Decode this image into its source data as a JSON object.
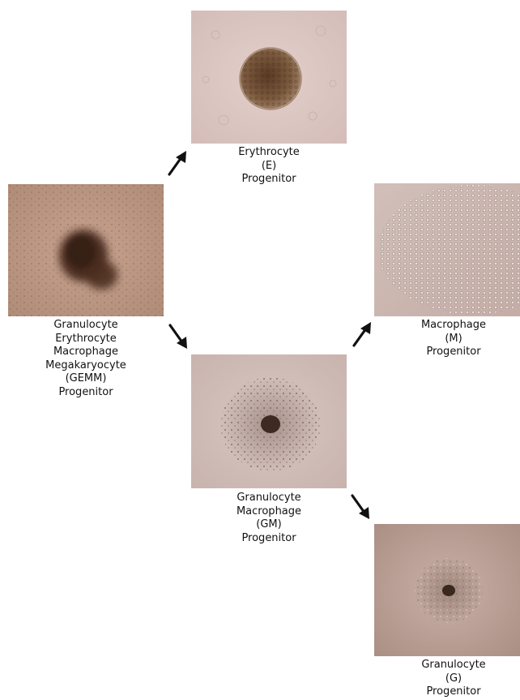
{
  "nodes": {
    "gemm": {
      "lines": [
        "Granulocyte",
        "Erythrocyte",
        "Macrophage",
        "Megakaryocyte",
        "(GEMM)",
        "Progenitor"
      ]
    },
    "e": {
      "lines": [
        "Erythrocyte",
        "(E)",
        "Progenitor"
      ]
    },
    "gm": {
      "lines": [
        "Granulocyte",
        "Macrophage",
        "(GM)",
        "Progenitor"
      ]
    },
    "m": {
      "lines": [
        "Macrophage",
        "(M)",
        "Progenitor"
      ]
    },
    "g": {
      "lines": [
        "Granulocyte",
        "(G)",
        "Progenitor"
      ]
    }
  },
  "colors": {
    "arrow": "#111111",
    "caption": "#111111"
  }
}
